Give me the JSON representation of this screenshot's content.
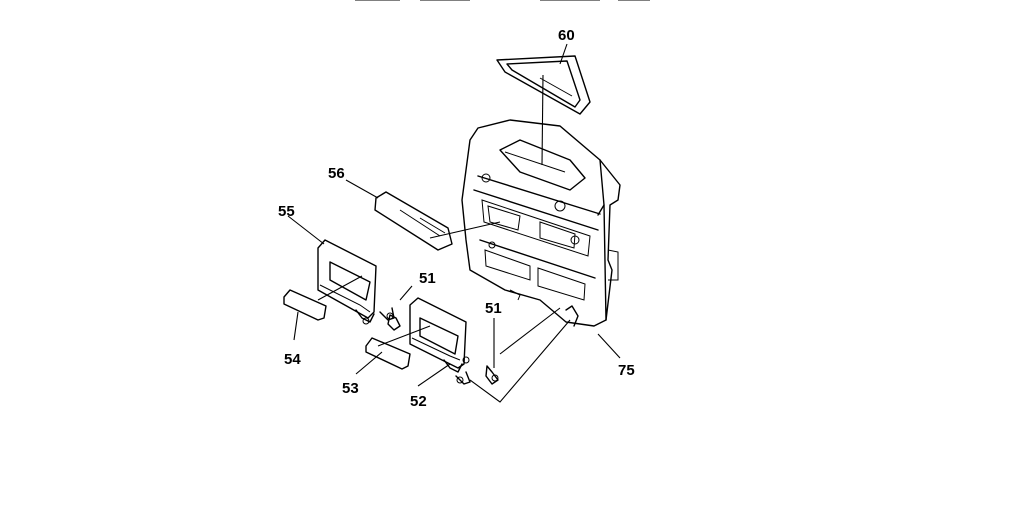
{
  "callouts": {
    "c60": "60",
    "c56": "56",
    "c55": "55",
    "c51a": "51",
    "c51b": "51",
    "c54": "54",
    "c53": "53",
    "c52": "52",
    "c75": "75"
  }
}
